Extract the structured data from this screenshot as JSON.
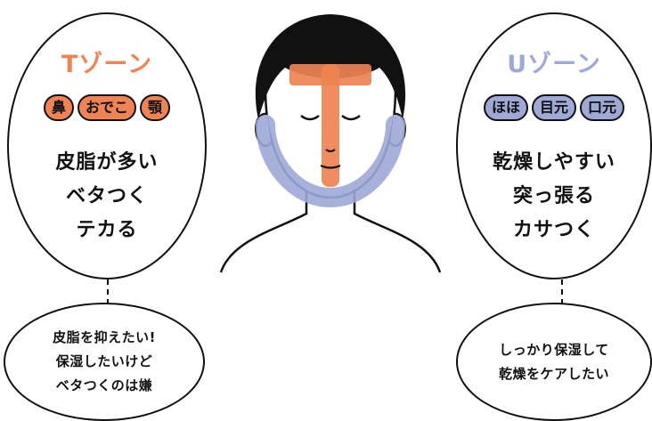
{
  "t_zone": {
    "title": "Tゾーン",
    "tags": [
      "鼻",
      "おでこ",
      "顎"
    ],
    "traits": [
      "皮脂が多い",
      "ベタつく",
      "テカる"
    ],
    "note": [
      "皮脂を抑えたい!",
      "保湿したいけど",
      "ベタつくのは嫌"
    ],
    "color": "#ef8353"
  },
  "u_zone": {
    "title": "Uゾーン",
    "tags": [
      "ほほ",
      "目元",
      "口元"
    ],
    "traits": [
      "乾燥しやすい",
      "突っ張る",
      "カサつく"
    ],
    "note": [
      "しっかり保湿して",
      "乾燥をケアしたい"
    ],
    "color": "#9ea9d6"
  }
}
